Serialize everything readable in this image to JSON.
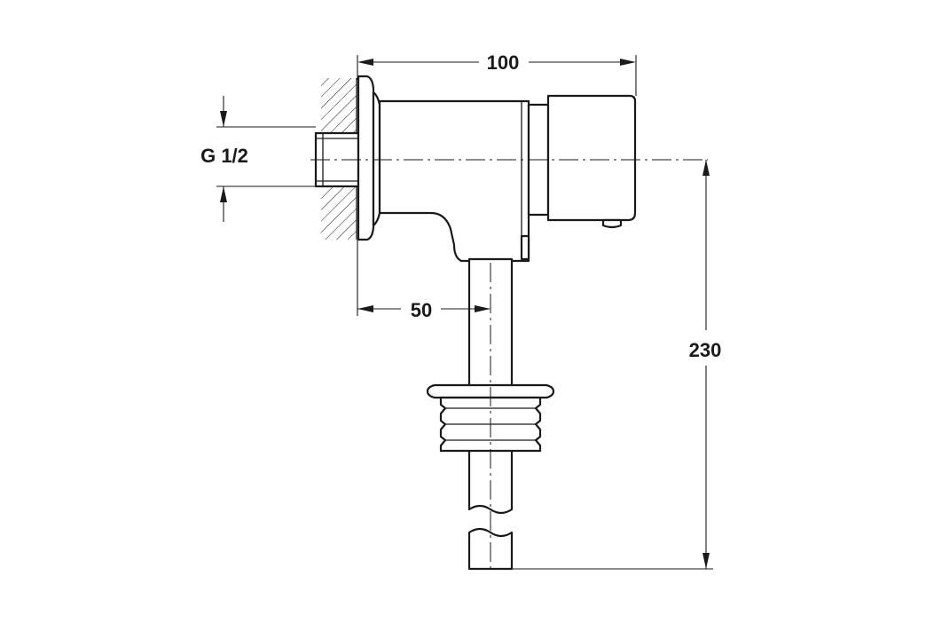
{
  "labels": {
    "thread": "G 1/2",
    "width_total": "100",
    "depth_outlet": "50",
    "height_total": "230"
  },
  "colors": {
    "line": "#1a1a1a",
    "background": "#ffffff"
  }
}
